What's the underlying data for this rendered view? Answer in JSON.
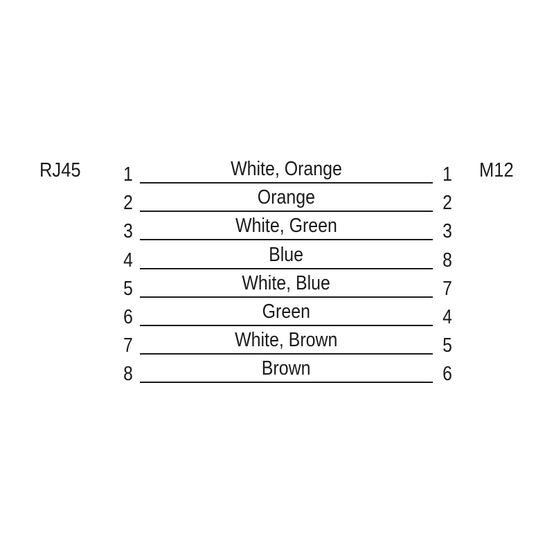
{
  "diagram": {
    "title_left": "RJ45",
    "title_right": "M12",
    "rows": [
      {
        "left_pin": "1",
        "label": "White, Orange",
        "right_pin": "1"
      },
      {
        "left_pin": "2",
        "label": "Orange",
        "right_pin": "2"
      },
      {
        "left_pin": "3",
        "label": "White, Green",
        "right_pin": "3"
      },
      {
        "left_pin": "4",
        "label": "Blue",
        "right_pin": "8"
      },
      {
        "left_pin": "5",
        "label": "White, Blue",
        "right_pin": "7"
      },
      {
        "left_pin": "6",
        "label": "Green",
        "right_pin": "4"
      },
      {
        "left_pin": "7",
        "label": "White, Brown",
        "right_pin": "5"
      },
      {
        "left_pin": "8",
        "label": "Brown",
        "right_pin": "6"
      }
    ],
    "colors": {
      "background": "#ffffff",
      "ink": "#1a1a1a"
    }
  }
}
